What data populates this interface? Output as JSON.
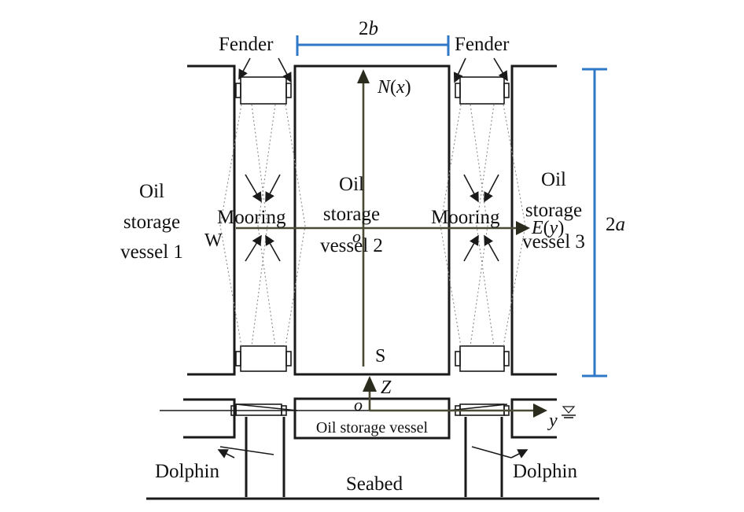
{
  "labels": {
    "fender_left": "Fender",
    "fender_right": "Fender",
    "width_dim": "2b",
    "length_dim": "2a",
    "north_axis": "N(x)",
    "east_axis": "E(y)",
    "west": "W",
    "south": "S",
    "origin_plan": "o",
    "origin_section": "o",
    "z_axis": "Z",
    "y_axis": "y",
    "mooring_left": "Mooring",
    "mooring_right": "Mooring",
    "vessel1": [
      "Oil",
      "storage",
      "vessel 1"
    ],
    "vessel2": [
      "Oil",
      "storage",
      "vessel 2"
    ],
    "vessel3": [
      "Oil",
      "storage",
      "vessel 3"
    ],
    "section_vessel": "Oil storage vessel",
    "dolphin_left": "Dolphin",
    "dolphin_right": "Dolphin",
    "seabed": "Seabed"
  },
  "colors": {
    "line": "#1a1a1a",
    "dimension": "#2f78c8",
    "axis": "#4a4a35"
  }
}
